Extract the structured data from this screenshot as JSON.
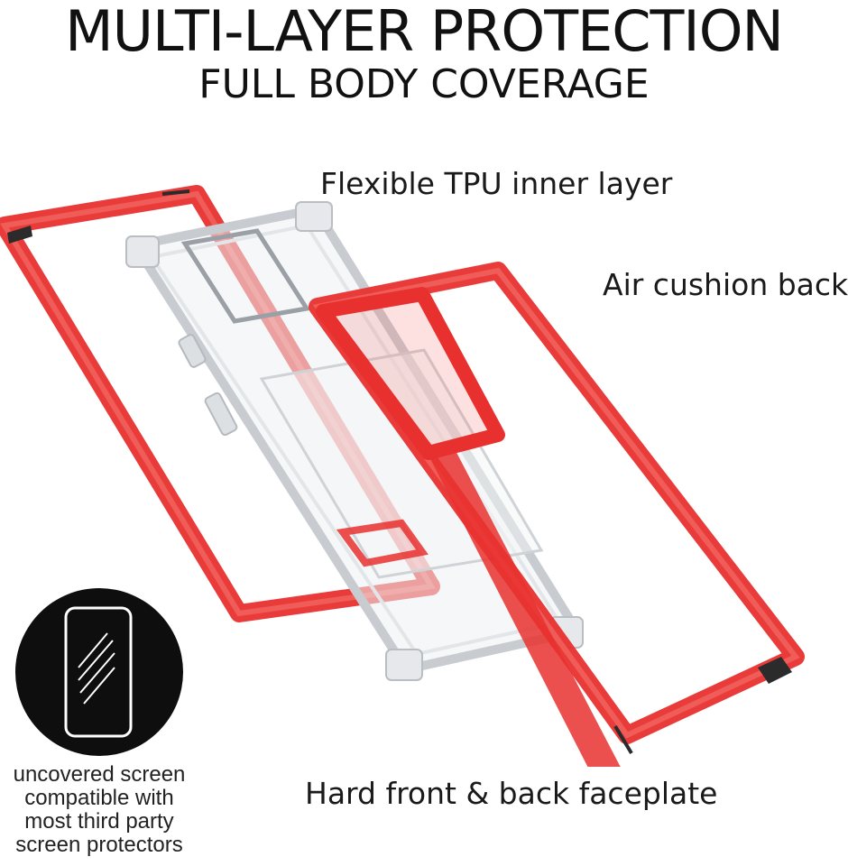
{
  "header": {
    "title": "MULTI-LAYER PROTECTION",
    "subtitle": "FULL BODY COVERAGE"
  },
  "callouts": {
    "tpu_layer": "Flexible TPU inner layer",
    "air_cushion": "Air cushion back",
    "faceplate": "Hard front & back faceplate"
  },
  "badge": {
    "icon": "phone-screen-icon",
    "caption_lines": [
      "uncovered screen",
      "compatible with",
      "most third party",
      "screen protectors"
    ]
  },
  "colors": {
    "frame_red": "#e8312f",
    "frame_red_light": "#f26a64",
    "tpu_clear": "#d9dde0",
    "badge_bg": "#0e0e0e",
    "text": "#111111"
  }
}
